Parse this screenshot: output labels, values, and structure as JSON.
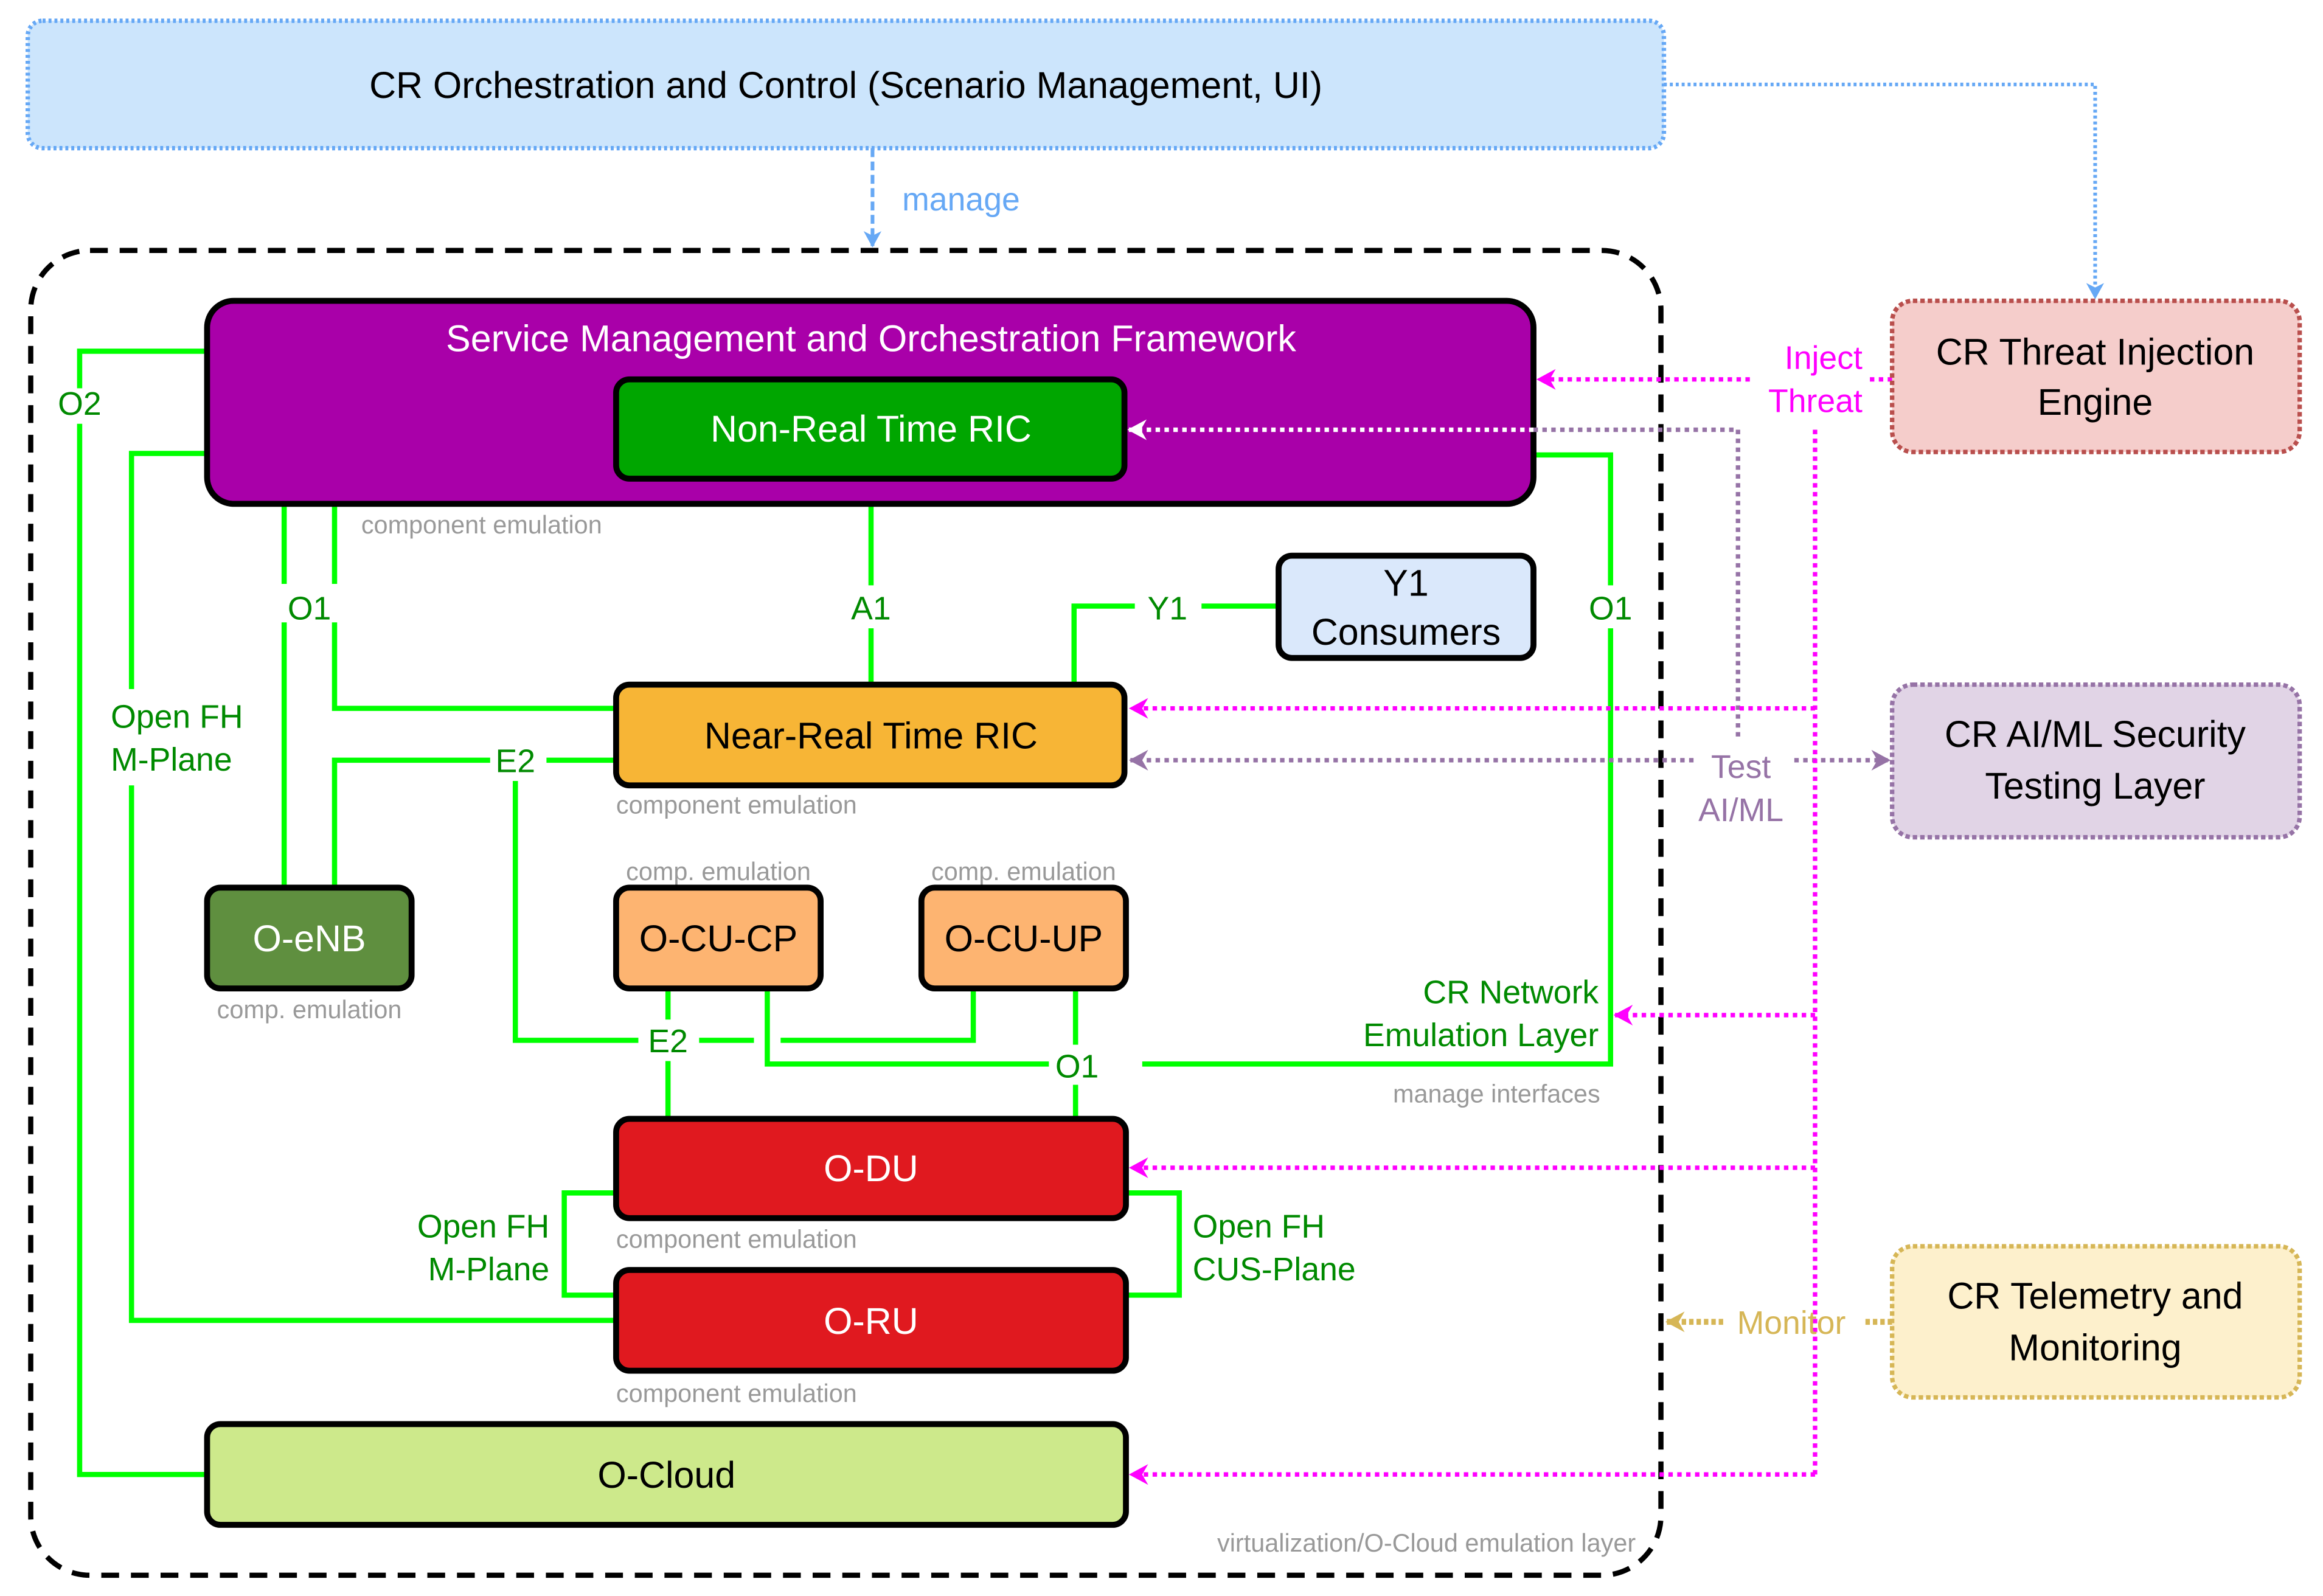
{
  "diagram": {
    "orchestration": {
      "label": "CR Orchestration and Control (Scenario Management, UI)",
      "manage_label": "manage"
    },
    "container": {
      "footer_label": "virtualization/O-Cloud emulation layer"
    },
    "smo": {
      "label": "Service Management and Orchestration Framework",
      "note": "component emulation"
    },
    "non_rt_ric": {
      "label": "Non-Real Time RIC"
    },
    "near_rt_ric": {
      "label": "Near-Real Time RIC",
      "note": "component emulation"
    },
    "y1_consumers": {
      "line1": "Y1",
      "line2": "Consumers"
    },
    "o_enb": {
      "label": "O-eNB",
      "note": "comp. emulation"
    },
    "o_cu_cp": {
      "label": "O-CU-CP",
      "note": "comp. emulation"
    },
    "o_cu_up": {
      "label": "O-CU-UP",
      "note": "comp. emulation"
    },
    "o_du": {
      "label": "O-DU",
      "note": "component emulation"
    },
    "o_ru": {
      "label": "O-RU",
      "note": "component emulation"
    },
    "o_cloud": {
      "label": "O-Cloud"
    },
    "network_layer": {
      "line1": "CR Network",
      "line2": "Emulation Layer",
      "note": "manage interfaces"
    },
    "interfaces": {
      "o2": "O2",
      "o1_left": "O1",
      "a1": "A1",
      "y1": "Y1",
      "o1_right": "O1",
      "e2_upper": "E2",
      "e2_lower": "E2",
      "o1_lower": "O1",
      "fh_m_left_1": "Open FH",
      "fh_m_left_2": "M-Plane",
      "fh_m_mid_1": "Open FH",
      "fh_m_mid_2": "M-Plane",
      "fh_cus_1": "Open FH",
      "fh_cus_2": "CUS-Plane"
    },
    "threat_engine": {
      "line1": "CR Threat Injection",
      "line2": "Engine",
      "arrow_line1": "Inject",
      "arrow_line2": "Threat"
    },
    "aiml_layer": {
      "line1": "CR AI/ML Security",
      "line2": "Testing Layer",
      "arrow_line1": "Test",
      "arrow_line2": "AI/ML"
    },
    "telemetry": {
      "line1": "CR Telemetry and",
      "line2": "Monitoring",
      "arrow_label": "Monitor"
    },
    "colors": {
      "interface_line": "#00ff00",
      "interface_text": "#008a00",
      "orchestration": "#66a8f5",
      "threat": "#ff00ff",
      "aiml": "#9673a6",
      "telemetry": "#d6b656",
      "smo_fill": "#a900a9",
      "non_rt_fill": "#00a600",
      "near_rt_fill": "#f7b536",
      "du_ru_fill": "#e0191f",
      "o_cloud_fill": "#cde98b"
    }
  }
}
